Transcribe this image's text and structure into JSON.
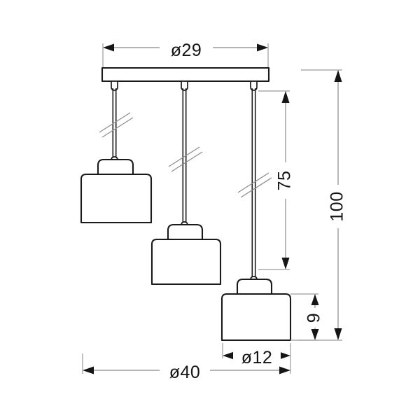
{
  "drawing": {
    "title": "Pendant lamp technical dimension drawing",
    "units": "cm",
    "background_color": "#ffffff",
    "object_line_color": "#1a1a1a",
    "dimension_line_color": "#9b9b9b",
    "arrow_color": "#151515",
    "text_color": "#141414"
  },
  "dimensions": {
    "canopy_width": {
      "label": "ø29",
      "value": 29,
      "symbol": "ø",
      "orientation": "horizontal",
      "position": "top"
    },
    "drop_length": {
      "label": "75",
      "value": 75,
      "symbol": "",
      "orientation": "vertical-rotated",
      "position": "right-inner"
    },
    "total_height": {
      "label": "100",
      "value": 100,
      "symbol": "",
      "orientation": "vertical-rotated",
      "position": "right-outer"
    },
    "shade_height": {
      "label": "9",
      "value": 9,
      "symbol": "",
      "orientation": "vertical-rotated",
      "position": "right-lower"
    },
    "shade_diameter": {
      "label": "ø12",
      "value": 12,
      "symbol": "ø",
      "orientation": "horizontal",
      "position": "bottom-right"
    },
    "overall_spread": {
      "label": "ø40",
      "value": 40,
      "symbol": "ø",
      "orientation": "horizontal",
      "position": "bottom"
    }
  },
  "fixture": {
    "canopy": {
      "name": "ceiling-plate",
      "shape": "rectangular-bar"
    },
    "lamps": [
      {
        "name": "lamp-left",
        "index": 1
      },
      {
        "name": "lamp-middle",
        "index": 2
      },
      {
        "name": "lamp-right",
        "index": 3
      }
    ],
    "cords": [
      {
        "name": "cord-left",
        "break_mark": true
      },
      {
        "name": "cord-middle",
        "break_mark": true
      },
      {
        "name": "cord-right",
        "break_mark": true
      }
    ]
  }
}
